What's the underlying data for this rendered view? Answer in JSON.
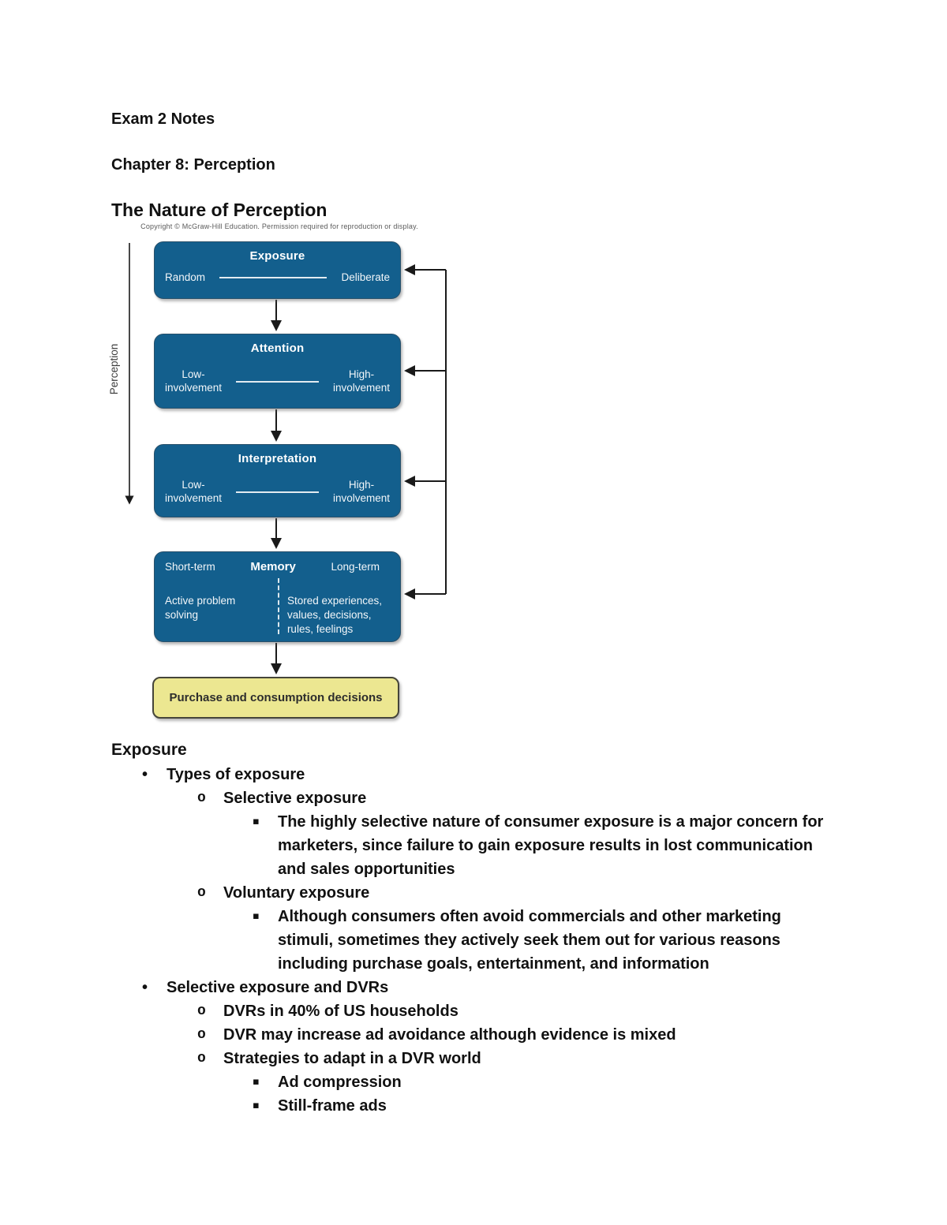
{
  "doc": {
    "title": "Exam 2 Notes",
    "chapter": "Chapter 8: Perception",
    "section": "The Nature of Perception"
  },
  "diagram": {
    "copyright": "Copyright © McGraw-Hill Education. Permission required for reproduction or display.",
    "axis_label": "Perception",
    "colors": {
      "process_box": "#135f8d",
      "outcome_box": "#ece791",
      "box_text": "#ffffff",
      "arrow": "#1a1a1a"
    },
    "boxes": {
      "exposure": {
        "title": "Exposure",
        "left_label": "Random",
        "right_label": "Deliberate"
      },
      "attention": {
        "title": "Attention",
        "left_label": "Low-\ninvolvement",
        "right_label": "High-\ninvolvement"
      },
      "interpretation": {
        "title": "Interpretation",
        "left_label": "Low-\ninvolvement",
        "right_label": "High-\ninvolvement"
      },
      "memory": {
        "title": "Memory",
        "left_label": "Short-term",
        "right_label": "Long-term",
        "left_text": "Active problem\nsolving",
        "right_text": "Stored experiences,\nvalues, decisions,\nrules, feelings"
      },
      "purchase": {
        "title": "Purchase and consumption decisions"
      }
    }
  },
  "notes": {
    "heading": "Exposure",
    "bullets": {
      "l1": "•",
      "l2": "o",
      "l3": "▪"
    },
    "items": [
      {
        "level": 1,
        "text": "Types of exposure"
      },
      {
        "level": 2,
        "text": "Selective exposure"
      },
      {
        "level": 3,
        "text": "The highly selective nature of consumer exposure is a major concern for\nmarketers, since failure to gain exposure results in lost communication\nand sales opportunities"
      },
      {
        "level": 2,
        "text": "Voluntary exposure"
      },
      {
        "level": 3,
        "text": "Although consumers often avoid commercials and other marketing\nstimuli, sometimes they actively seek them out for various reasons\nincluding purchase goals, entertainment, and information"
      },
      {
        "level": 1,
        "text": "Selective exposure and DVRs"
      },
      {
        "level": 2,
        "text": "DVRs in 40% of US households"
      },
      {
        "level": 2,
        "text": "DVR may increase ad avoidance although evidence is mixed"
      },
      {
        "level": 2,
        "text": "Strategies to adapt in a DVR world"
      },
      {
        "level": 3,
        "text": "Ad compression"
      },
      {
        "level": 3,
        "text": "Still-frame ads"
      }
    ]
  }
}
